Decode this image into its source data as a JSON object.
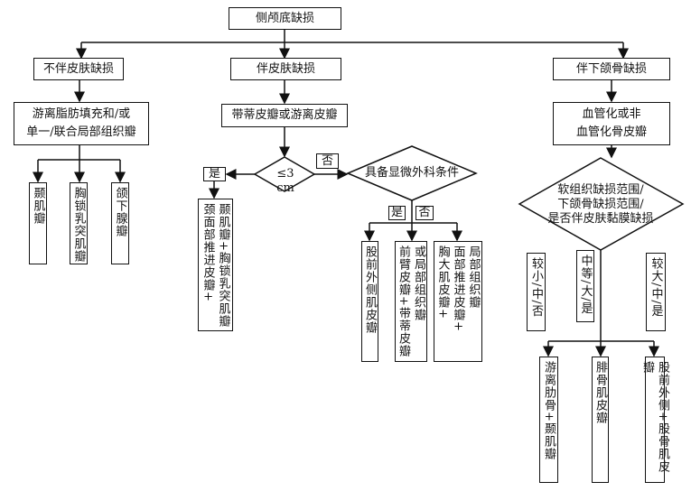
{
  "root": "侧颅底缺损",
  "branches": {
    "no_skin": {
      "label": "不伴皮肤缺损",
      "method": [
        "游离脂肪填充和/或",
        "单一/联合局部组织瓣"
      ],
      "options": [
        [
          "颞肌瓣"
        ],
        [
          "胸锁乳突肌瓣"
        ],
        [
          "颌下腺瓣"
        ]
      ]
    },
    "skin": {
      "label": "伴皮肤缺损",
      "method": "带蒂皮瓣或游离皮瓣",
      "decision1": "≤3 cm",
      "yes": "是",
      "no": "否",
      "yes_result": [
        "颞肌瓣+胸锁乳突肌瓣",
        "颈面部推进皮瓣+"
      ],
      "decision2": "具备显微外科条件",
      "yes2": "是",
      "no2": "否",
      "options": [
        [
          "股前外侧肌皮瓣"
        ],
        [
          "或局部组织瓣",
          "前臂皮瓣+带蒂皮瓣"
        ],
        [
          "局部组织瓣",
          "面部推进皮瓣+",
          "胸大肌皮瓣+"
        ]
      ]
    },
    "mandible": {
      "label": "伴下颌骨缺损",
      "method": [
        "血管化或非",
        "血管化骨皮瓣"
      ],
      "decision": [
        "软组织缺损范围/",
        "下颌骨缺损范围/",
        "是否伴皮肤黏膜缺损"
      ],
      "conditions": [
        "较小/中/否",
        "中等/大/是",
        "较大/中/是"
      ],
      "options": [
        [
          "游离肋骨+颞肌瓣"
        ],
        [
          "腓骨肌皮瓣"
        ],
        [
          "股前外侧+股骨肌皮瓣"
        ]
      ]
    }
  }
}
